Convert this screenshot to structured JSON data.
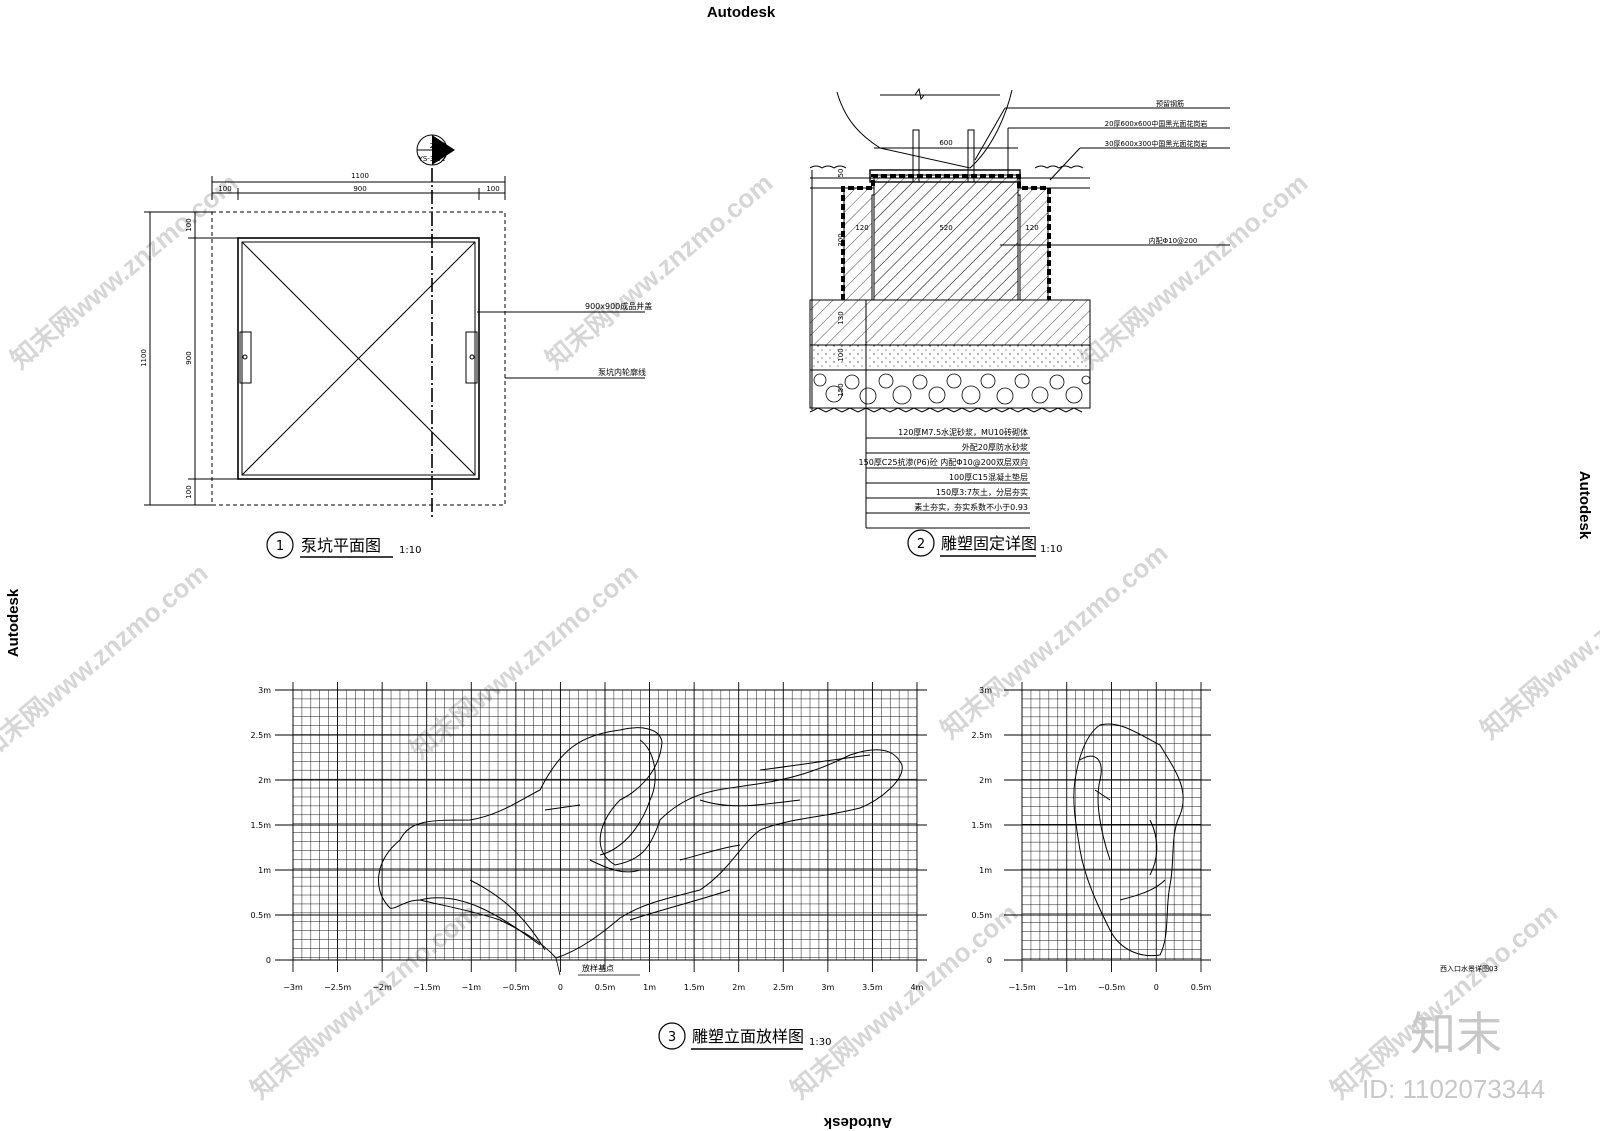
{
  "header": {
    "top_brand": "Autodesk",
    "right_brand": "Autodesk",
    "left_brand": "Autodesk",
    "bottom_brand": "Autodesk"
  },
  "watermark": {
    "site": "知末网www.znzmo.com",
    "logo": "知末",
    "id_text": "ID: 1102073344"
  },
  "plan": {
    "number": "1",
    "title": "泵坑平面图",
    "scale": "1:10",
    "dim_total": "1100",
    "dim_inner": "900",
    "dim_edge": "100",
    "vdim_total": "1100",
    "vdim_inner": "900",
    "vdim_edge_top": "100",
    "vdim_edge_bottom": "100",
    "callout_cover": "900x900成品井盖",
    "callout_outline": "泵坑内轮廓线",
    "section_num": "2",
    "section_ref": "YS-3.02"
  },
  "detail": {
    "number": "2",
    "title": "雕塑固定详图",
    "scale": "1:10",
    "note_rebar": "预留钢筋",
    "note_granite1": "20厚600x600中国黑光面花岗岩",
    "note_granite2": "30厚600x300中国黑光面花岗岩",
    "note_inner": "内配Φ10@200",
    "dim_600": "600",
    "dim_520": "520",
    "dim_120a": "120",
    "dim_120b": "120",
    "dim_50": "50",
    "dim_300": "300",
    "dim_100": "100",
    "dim_150": "150",
    "dim_130": "130",
    "layers": [
      "120厚M7.5水泥砂浆，MU10砖砌体",
      "外配20厚防水砂浆",
      "150厚C25抗渗(P6)砼 内配Φ10@200双层双向",
      "100厚C15混凝土垫层",
      "150厚3:7灰土，分层夯实",
      "素土夯实，夯实系数不小于0.93"
    ]
  },
  "elevation": {
    "number": "3",
    "title": "雕塑立面放样图",
    "scale": "1:30",
    "base_point": "放样基点",
    "y_ticks": [
      "3m",
      "2.5m",
      "2m",
      "1.5m",
      "1m",
      "0.5m",
      "0"
    ],
    "x_ticks_main": [
      "−3m",
      "−2.5m",
      "−2m",
      "−1.5m",
      "−1m",
      "−0.5m",
      "0",
      "0.5m",
      "1m",
      "1.5m",
      "2m",
      "2.5m",
      "3m",
      "3.5m",
      "4m"
    ],
    "x_ticks_side": [
      "−1.5m",
      "−1m",
      "−0.5m",
      "0",
      "0.5m"
    ],
    "sheet_note": "西入口水景详图03"
  }
}
